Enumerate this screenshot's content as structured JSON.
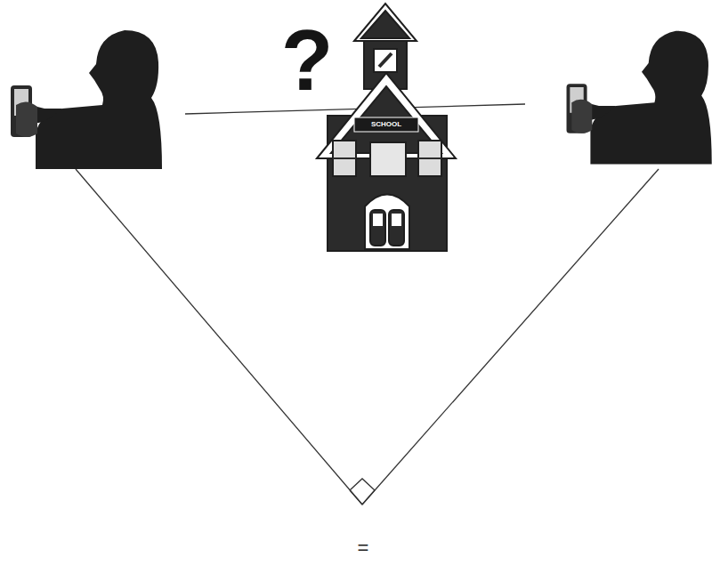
{
  "diagram": {
    "labels": [
      "?",
      "SCHOOL",
      "="
    ]
  }
}
